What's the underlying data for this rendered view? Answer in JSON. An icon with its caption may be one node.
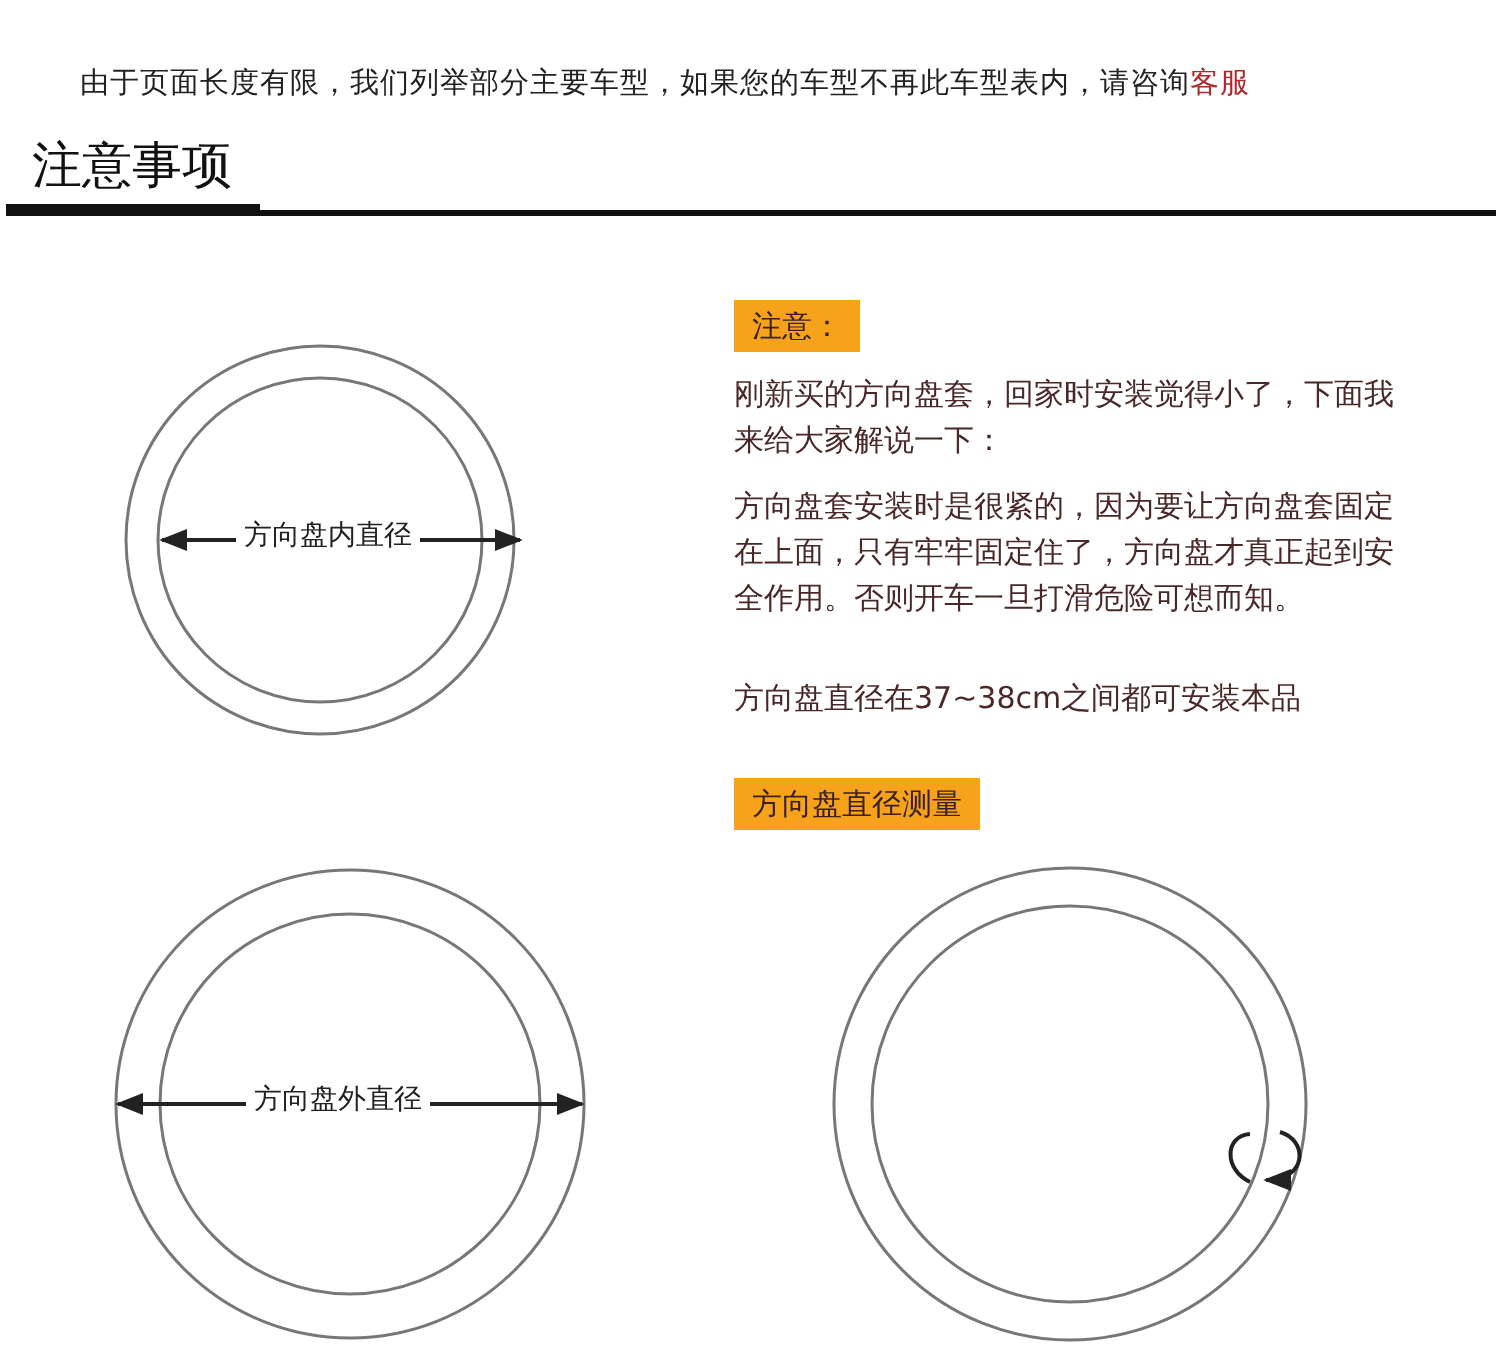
{
  "diagram": {
    "title": "注意事项",
    "labels": [
      "由于页面长度有限，我们列举部分主要车型，如果您的车型不再此车型表内，请咨询",
      "客服",
      "注意：",
      "刚新买的方向盘套，回家时安装觉得小了，下面我来给大家解说一下：",
      "方向盘内直径",
      "方向盘套安装时是很紧的，因为要让方向盘套固定在上面，只有牢牢固定住了，方向盘才真正起到安全作用。否则开车一旦打滑危险可想而知。",
      "方向盘直径在37~38cm之间都可安装本品",
      "方向盘直径测量",
      "方向盘外直径"
    ]
  }
}
